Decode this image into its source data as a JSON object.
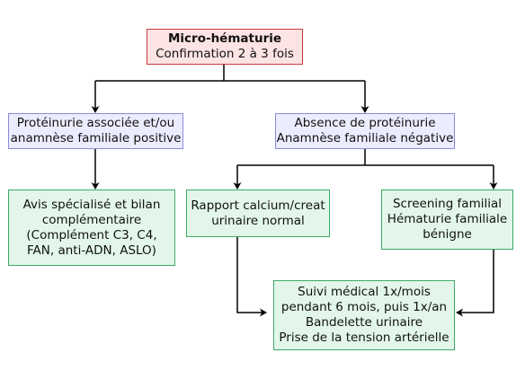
{
  "nodes": {
    "root": {
      "line1": "Micro-hématurie",
      "line2": "Confirmation 2 à 3 fois"
    },
    "proteinuria": {
      "line1": "Protéinurie associée et/ou",
      "line2": "anamnèse familiale positive"
    },
    "no_proteinuria": {
      "line1": "Absence de protéinurie",
      "line2": "Anamnèse familiale négative"
    },
    "specialist": {
      "line1": "Avis spécialisé et bilan",
      "line2": "complémentaire",
      "line3": "(Complément C3, C4,",
      "line4": "FAN, anti-ADN, ASLO)"
    },
    "calcium_ratio": {
      "line1": "Rapport calcium/creat",
      "line2": "urinaire normal"
    },
    "family_screening": {
      "line1": "Screening familial",
      "line2": "Hématurie familiale",
      "line3": "bénigne"
    },
    "follow_up": {
      "line1": "Suivi médical 1x/mois",
      "line2": "pendant 6 mois, puis 1x/an",
      "line3": "Bandelette urinaire",
      "line4": "Prise de la tension artérielle"
    }
  },
  "colors": {
    "root_fill": "#fde4e4",
    "root_border": "#c83a3a",
    "query_fill": "#ececff",
    "query_border": "#8a8ad8",
    "action_fill": "#e2f7e9",
    "action_border": "#3faa66",
    "connector": "#000000"
  }
}
